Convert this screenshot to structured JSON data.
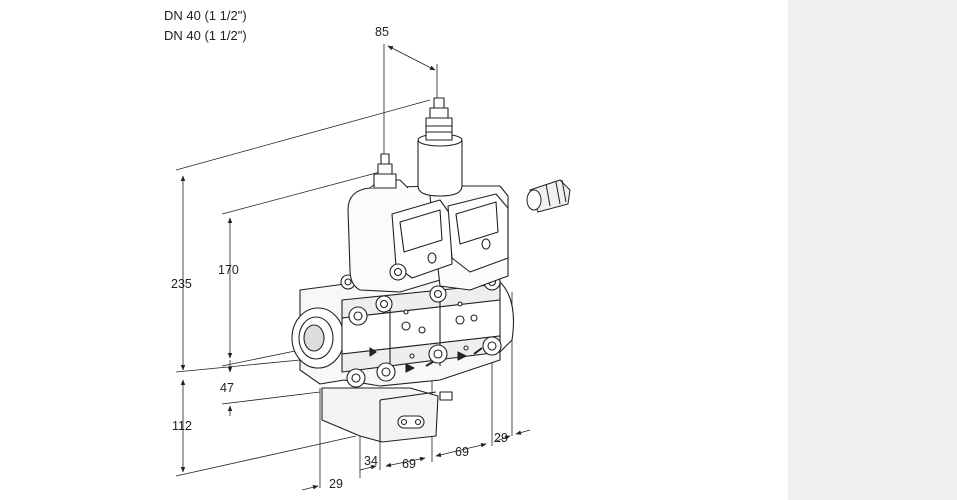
{
  "header": {
    "line1": "DN 40 (1 1/2\")",
    "line2": "DN 40 (1 1/2\")"
  },
  "dimensions": {
    "top_85": "85",
    "left_235": "235",
    "left_170": "170",
    "left_47": "47",
    "left_112": "112",
    "bottom_29a": "29",
    "bottom_34": "34",
    "bottom_69a": "69",
    "bottom_69b": "69",
    "bottom_29b": "29"
  },
  "colors": {
    "line": "#222222",
    "background": "#ffffff",
    "strip": "#efefef"
  }
}
